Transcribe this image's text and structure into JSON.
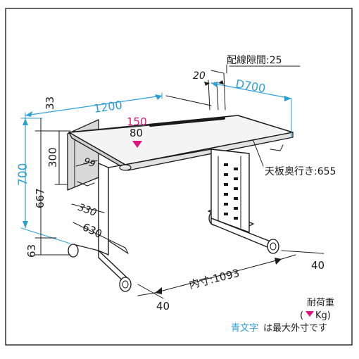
{
  "colors": {
    "black": "#1a1a1a",
    "blue": "#2e9fd6",
    "magenta": "#e0157b",
    "frame": "#333333",
    "panel": "#d8d8d8",
    "top_surface": "#f4f4f4"
  },
  "dimensions": {
    "wiring_gap_label": "配線隙間:25",
    "gap_20": "20",
    "depth_d700": "D700",
    "top_33": "33",
    "width_1200": "1200",
    "height_700": "700",
    "panel_300": "300",
    "leg_667": "667",
    "foot_63": "63",
    "d_99": "99",
    "d_330": "330",
    "d_630": "630",
    "inner_1093": "内寸:1093",
    "caster_left_40": "40",
    "caster_right_40": "40",
    "top_depth_label": "天板奥行き:655"
  },
  "load": {
    "max_magenta": "150",
    "max_black": "80"
  },
  "legend": {
    "title": "耐荷重",
    "open_paren": "(",
    "unit": "Kg)",
    "note_blue": "青文字",
    "note_rest": "は最大外寸です"
  },
  "icons": {
    "load_marker": "triangle-down-icon"
  }
}
